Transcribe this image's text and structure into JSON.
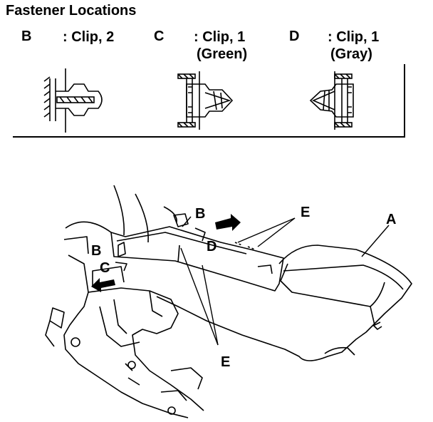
{
  "title": "Fastener Locations",
  "fasteners": [
    {
      "letter": "B",
      "desc": ": Clip, 2",
      "detail": ""
    },
    {
      "letter": "C",
      "desc": ": Clip, 1",
      "detail": "(Green)"
    },
    {
      "letter": "D",
      "desc": ": Clip, 1",
      "detail": "(Gray)"
    }
  ],
  "callouts": {
    "a": "A",
    "b_top": "B",
    "b_left": "B",
    "c_left": "C",
    "d": "D",
    "e_top": "E",
    "e_bottom": "E"
  }
}
